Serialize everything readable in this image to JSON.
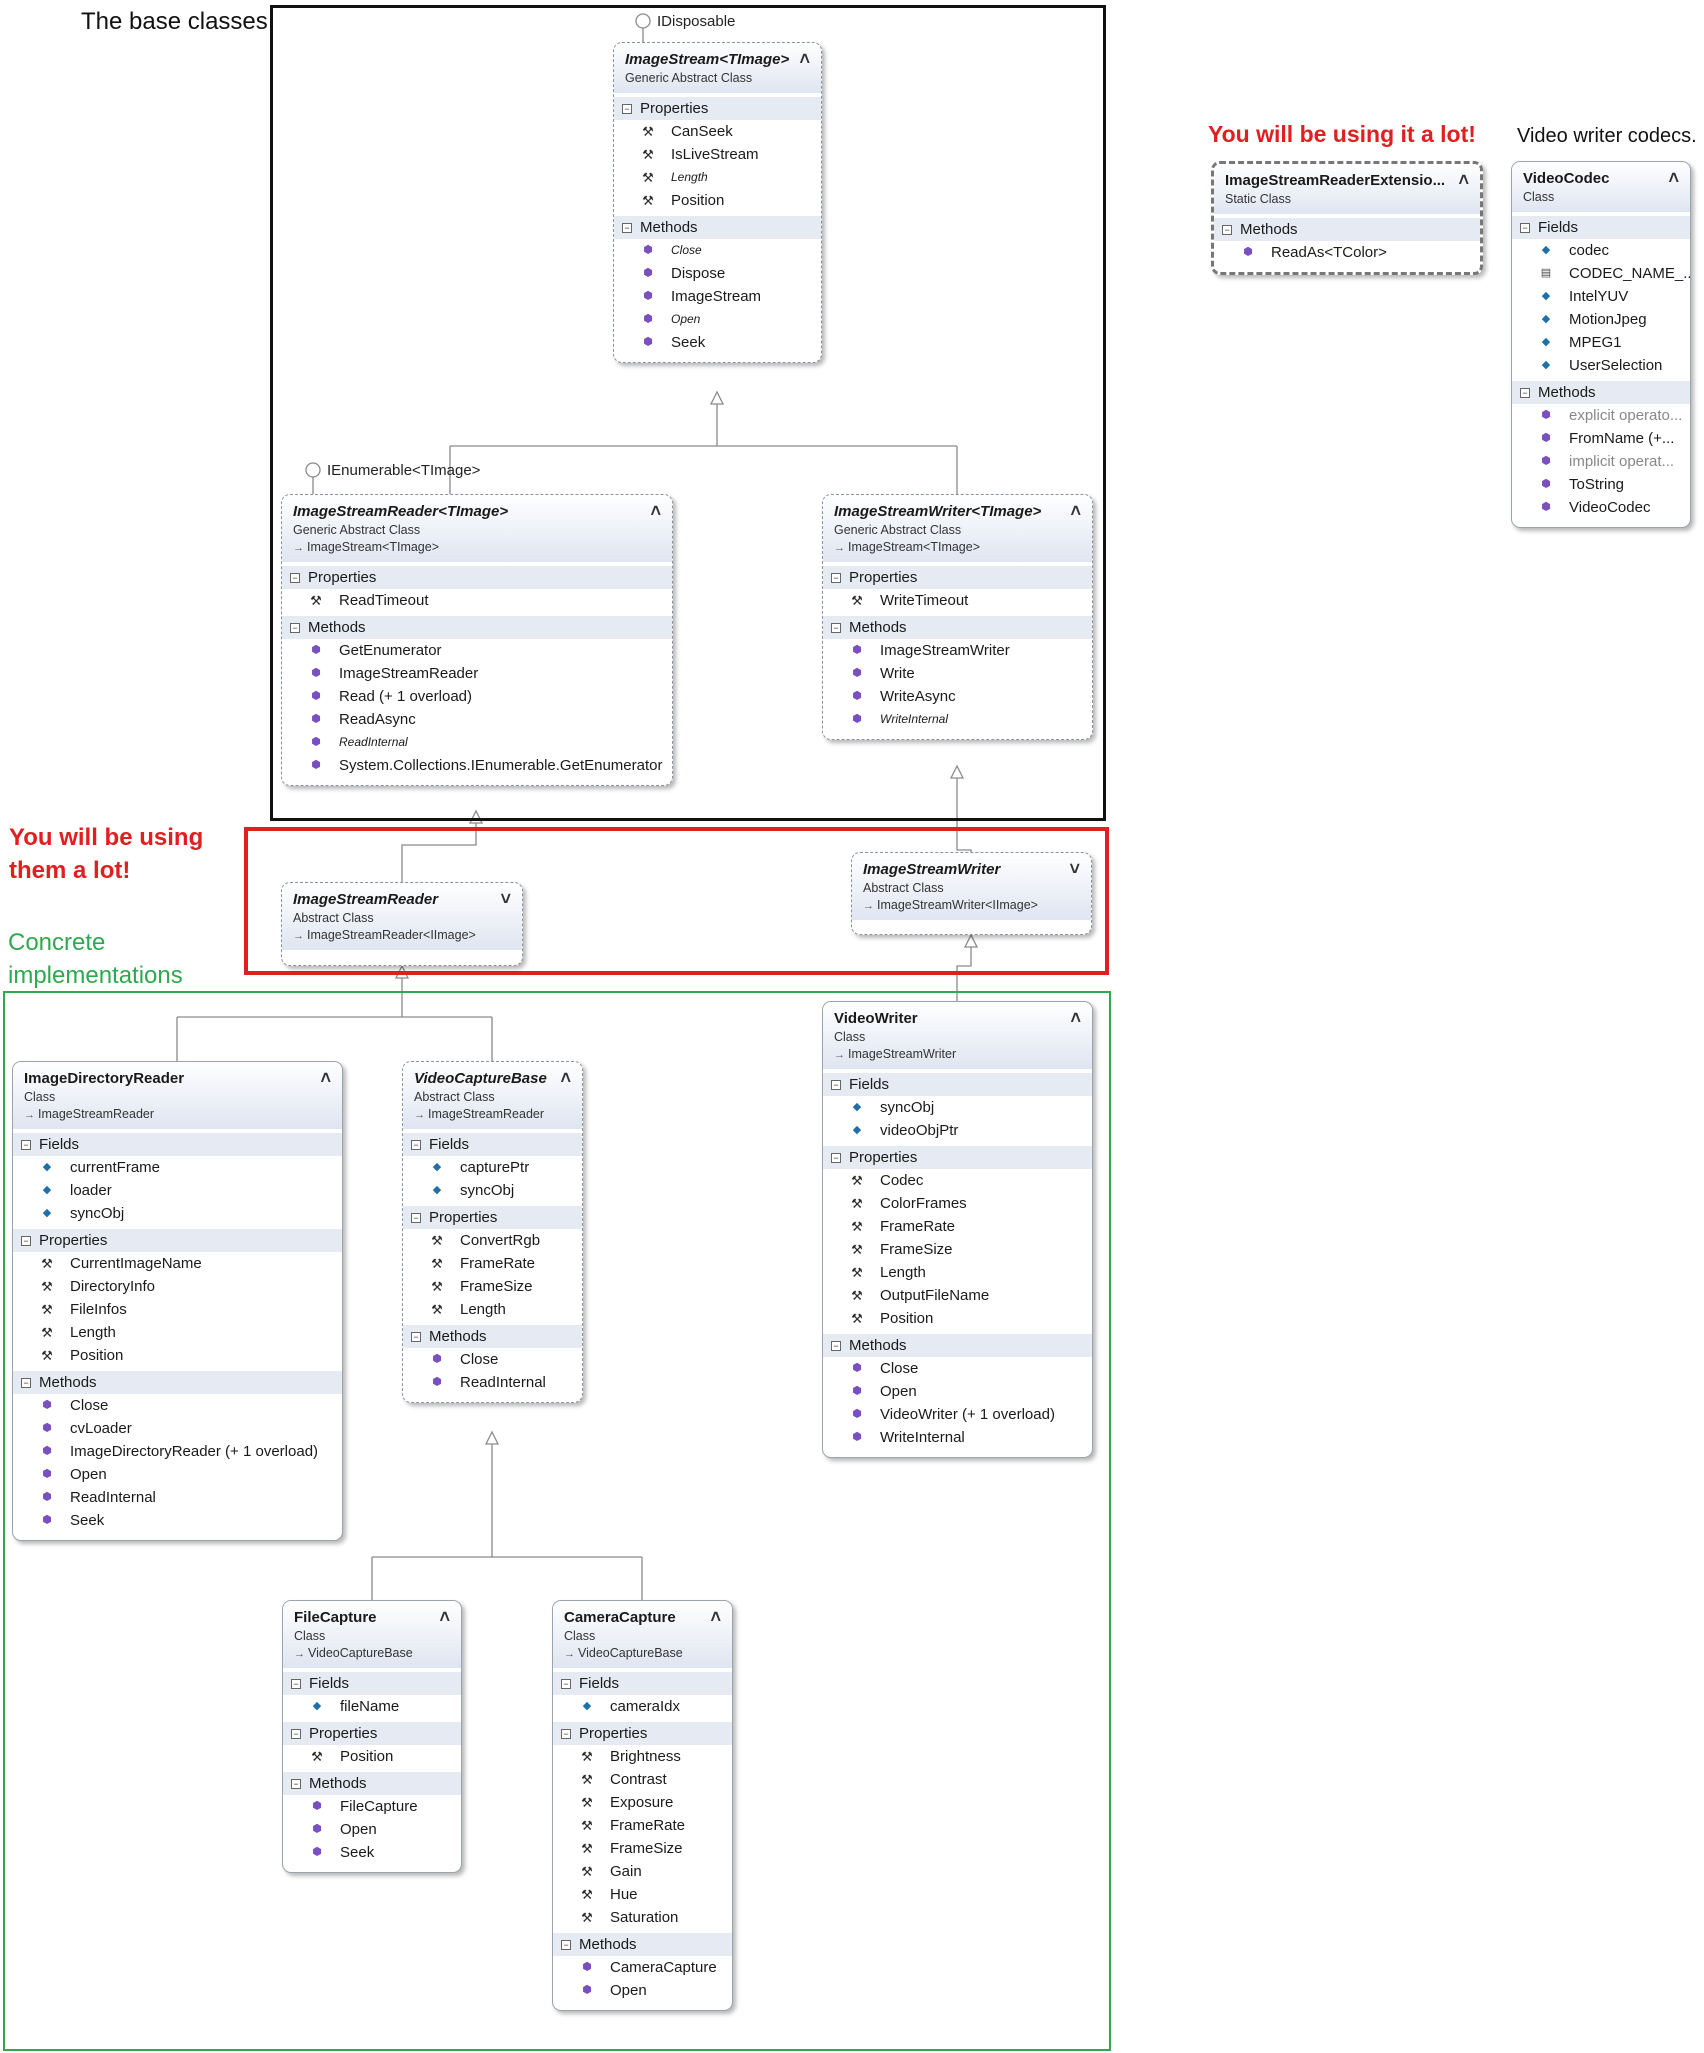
{
  "notes": {
    "base_classes": "The base classes",
    "using_line1": "You will be using",
    "using_line2": "them a lot!",
    "concrete_line1": "Concrete",
    "concrete_line2": "implementations",
    "extension": "You will be using it a lot!",
    "codecs": "Video writer codecs."
  },
  "interfaces": {
    "idisposable": "IDisposable",
    "ienumerable": "IEnumerable<TImage>"
  },
  "colors": {
    "base_region": "#111111",
    "using_region": "#e02020",
    "concrete_region": "#2fa84f",
    "header_gradient_end": "#dfe5f1",
    "section_background": "#e6eaf2"
  },
  "icons": {
    "property": "wrench-icon",
    "method": "method-cube-icon",
    "field": "field-icon",
    "constant": "constant-icon",
    "collapse": "double-chevron-up-icon",
    "expand": "double-chevron-down-icon",
    "inherits": "inherits-arrow-icon"
  },
  "classes": {
    "image_stream": {
      "name": "ImageStream<TImage>",
      "stereotype": "Generic Abstract Class",
      "properties_label": "Properties",
      "properties": [
        "CanSeek",
        "IsLiveStream",
        "Length",
        "Position"
      ],
      "methods_label": "Methods",
      "methods": [
        "Close",
        "Dispose",
        "ImageStream",
        "Open",
        "Seek"
      ]
    },
    "image_stream_reader_generic": {
      "name": "ImageStreamReader<TImage>",
      "stereotype": "Generic Abstract Class",
      "inherits": "ImageStream<TImage>",
      "properties_label": "Properties",
      "properties": [
        "ReadTimeout"
      ],
      "methods_label": "Methods",
      "methods": [
        "GetEnumerator",
        "ImageStreamReader",
        "Read (+ 1 overload)",
        "ReadAsync",
        "ReadInternal",
        "System.Collections.IEnumerable.GetEnumerator"
      ]
    },
    "image_stream_writer_generic": {
      "name": "ImageStreamWriter<TImage>",
      "stereotype": "Generic Abstract Class",
      "inherits": "ImageStream<TImage>",
      "properties_label": "Properties",
      "properties": [
        "WriteTimeout"
      ],
      "methods_label": "Methods",
      "methods": [
        "ImageStreamWriter",
        "Write",
        "WriteAsync",
        "WriteInternal"
      ]
    },
    "image_stream_reader": {
      "name": "ImageStreamReader",
      "stereotype": "Abstract Class",
      "inherits": "ImageStreamReader<IImage>"
    },
    "image_stream_writer": {
      "name": "ImageStreamWriter",
      "stereotype": "Abstract Class",
      "inherits": "ImageStreamWriter<IImage>"
    },
    "extensions": {
      "name": "ImageStreamReaderExtensio...",
      "stereotype": "Static Class",
      "methods_label": "Methods",
      "methods": [
        "ReadAs<TColor>"
      ]
    },
    "video_codec": {
      "name": "VideoCodec",
      "stereotype": "Class",
      "fields_label": "Fields",
      "fields": [
        "codec",
        "CODEC_NAME_...",
        "IntelYUV",
        "MotionJpeg",
        "MPEG1",
        "UserSelection"
      ],
      "methods_label": "Methods",
      "methods": [
        "explicit operato...",
        "FromName (+...",
        "implicit operat...",
        "ToString",
        "VideoCodec"
      ]
    },
    "image_directory_reader": {
      "name": "ImageDirectoryReader",
      "stereotype": "Class",
      "inherits": "ImageStreamReader",
      "fields_label": "Fields",
      "fields": [
        "currentFrame",
        "loader",
        "syncObj"
      ],
      "properties_label": "Properties",
      "properties": [
        "CurrentImageName",
        "DirectoryInfo",
        "FileInfos",
        "Length",
        "Position"
      ],
      "methods_label": "Methods",
      "methods": [
        "Close",
        "cvLoader",
        "ImageDirectoryReader (+ 1 overload)",
        "Open",
        "ReadInternal",
        "Seek"
      ]
    },
    "video_capture_base": {
      "name": "VideoCaptureBase",
      "stereotype": "Abstract Class",
      "inherits": "ImageStreamReader",
      "fields_label": "Fields",
      "fields": [
        "capturePtr",
        "syncObj"
      ],
      "properties_label": "Properties",
      "properties": [
        "ConvertRgb",
        "FrameRate",
        "FrameSize",
        "Length"
      ],
      "methods_label": "Methods",
      "methods": [
        "Close",
        "ReadInternal"
      ]
    },
    "video_writer": {
      "name": "VideoWriter",
      "stereotype": "Class",
      "inherits": "ImageStreamWriter",
      "fields_label": "Fields",
      "fields": [
        "syncObj",
        "videoObjPtr"
      ],
      "properties_label": "Properties",
      "properties": [
        "Codec",
        "ColorFrames",
        "FrameRate",
        "FrameSize",
        "Length",
        "OutputFileName",
        "Position"
      ],
      "methods_label": "Methods",
      "methods": [
        "Close",
        "Open",
        "VideoWriter (+ 1 overload)",
        "WriteInternal"
      ]
    },
    "file_capture": {
      "name": "FileCapture",
      "stereotype": "Class",
      "inherits": "VideoCaptureBase",
      "fields_label": "Fields",
      "fields": [
        "fileName"
      ],
      "properties_label": "Properties",
      "properties": [
        "Position"
      ],
      "methods_label": "Methods",
      "methods": [
        "FileCapture",
        "Open",
        "Seek"
      ]
    },
    "camera_capture": {
      "name": "CameraCapture",
      "stereotype": "Class",
      "inherits": "VideoCaptureBase",
      "fields_label": "Fields",
      "fields": [
        "cameraIdx"
      ],
      "properties_label": "Properties",
      "properties": [
        "Brightness",
        "Contrast",
        "Exposure",
        "FrameRate",
        "FrameSize",
        "Gain",
        "Hue",
        "Saturation"
      ],
      "methods_label": "Methods",
      "methods": [
        "CameraCapture",
        "Open"
      ]
    }
  }
}
